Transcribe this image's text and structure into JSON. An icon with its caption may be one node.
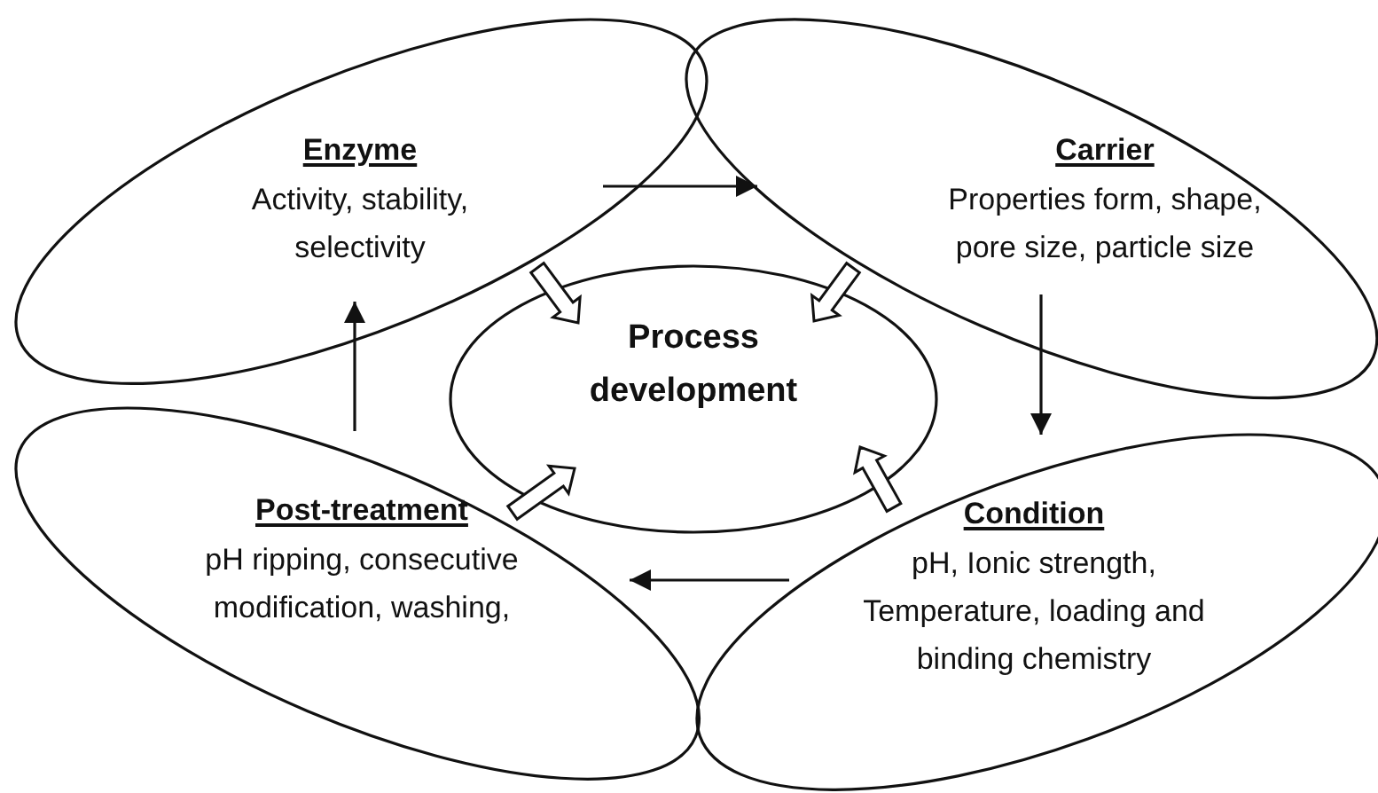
{
  "diagram": {
    "nodes": [
      {
        "text": [
          "Enzyme",
          "Activity, stability, selectivity"
        ]
      },
      {
        "text": [
          "Carrier",
          "Properties form, shape, pore size, particle size"
        ]
      },
      {
        "text": [
          "Process development"
        ]
      },
      {
        "text": [
          "Post-treatment",
          "pH ripping, consecutive modification, washing,"
        ]
      },
      {
        "text": [
          "Condition",
          "pH, Ionic strength, Temperature, loading and binding chemistry"
        ]
      }
    ],
    "edges": [
      {
        "from": 0,
        "to": 1,
        "arrow": "to"
      },
      {
        "from": 1,
        "to": 4,
        "arrow": "to"
      },
      {
        "from": 4,
        "to": 3,
        "arrow": "to"
      },
      {
        "from": 3,
        "to": 0,
        "arrow": "to"
      },
      {
        "from": 0,
        "to": 2,
        "arrow": "to",
        "style": "thick"
      },
      {
        "from": 1,
        "to": 2,
        "arrow": "to",
        "style": "thick"
      },
      {
        "from": 4,
        "to": 2,
        "arrow": "to",
        "style": "thick"
      },
      {
        "from": 3,
        "to": 2,
        "arrow": "to",
        "style": "thick"
      }
    ]
  }
}
